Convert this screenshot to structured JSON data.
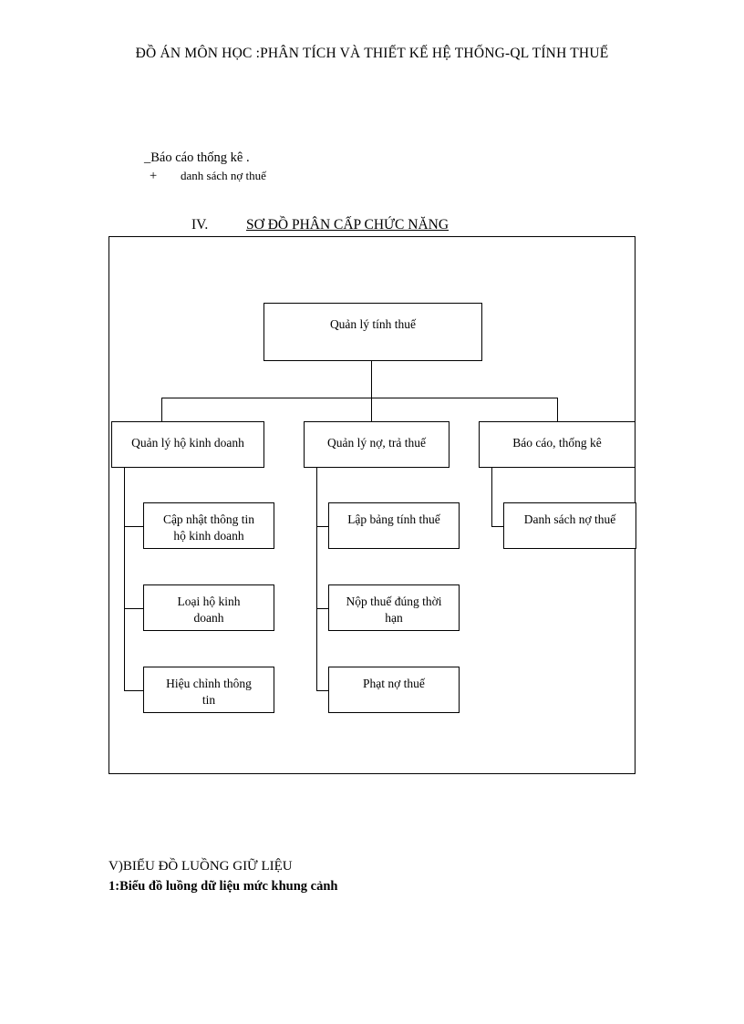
{
  "document": {
    "header": "ĐỒ ÁN MÔN HỌC :PHÂN TÍCH VÀ THIẾT KẾ HỆ THỐNG-QL TÍNH THUẾ"
  },
  "notes": {
    "line1": "_Báo cáo thống kê .",
    "bullet": "+",
    "line2": "danh sách nợ thuế"
  },
  "section": {
    "number": "IV.",
    "title": "SƠ ĐỒ PHÂN CẤP CHỨC NĂNG"
  },
  "chart_data": {
    "type": "diagram",
    "diagram_kind": "functional-decomposition-tree",
    "title": "SƠ ĐỒ PHÂN CẤP CHỨC NĂNG",
    "levels": 3,
    "root": {
      "id": "root",
      "label": "Quản lý tính thuế"
    },
    "level2": [
      {
        "id": "n1",
        "label": "Quản lý hộ kinh doanh"
      },
      {
        "id": "n2",
        "label": "Quản lý nợ, trả thuế"
      },
      {
        "id": "n3",
        "label": "Báo cáo, thống kê"
      }
    ],
    "level3": [
      {
        "id": "n1c1",
        "parent": "n1",
        "label": "Cập nhật thông tin\nhộ kinh doanh"
      },
      {
        "id": "n1c2",
        "parent": "n1",
        "label": "Loại hộ kinh\ndoanh"
      },
      {
        "id": "n1c3",
        "parent": "n1",
        "label": "Hiệu chỉnh thông\ntin"
      },
      {
        "id": "n2c1",
        "parent": "n2",
        "label": "Lập bảng tính thuế"
      },
      {
        "id": "n2c2",
        "parent": "n2",
        "label": "Nộp thuế đúng thời\nhạn"
      },
      {
        "id": "n2c3",
        "parent": "n2",
        "label": "Phạt nợ thuế"
      },
      {
        "id": "n3c1",
        "parent": "n3",
        "label": "Danh sách nợ thuế"
      }
    ]
  },
  "footer": {
    "line1": "V)BIỂU ĐỒ LUỒNG GIỮ LIỆU",
    "line2": "1:Biểu đồ luồng dữ liệu mức khung cảnh"
  }
}
